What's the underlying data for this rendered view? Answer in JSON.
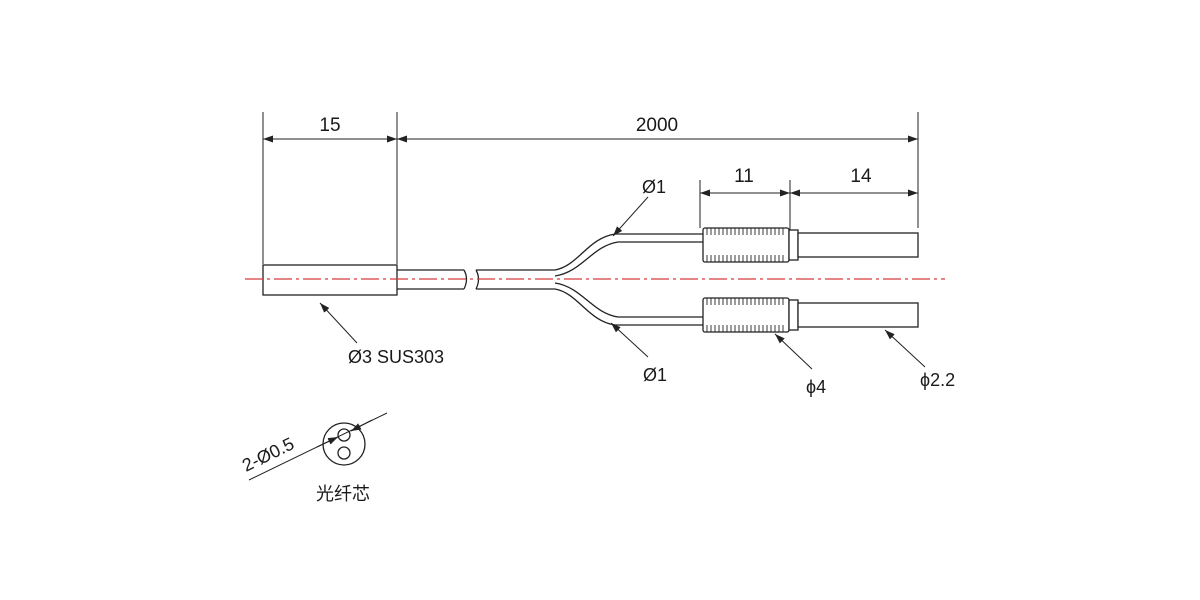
{
  "dimensions": {
    "head_length": "15",
    "total_length": "2000",
    "knurl_length": "11",
    "tip_length": "14"
  },
  "labels": {
    "fiber_dia_top": "Ø1",
    "fiber_dia_bottom": "Ø1",
    "head_spec": "Ø3 SUS303",
    "knurl_dia": "ϕ4",
    "tip_dia": "ϕ2.2",
    "core_spec": "2-Ø0.5",
    "core_caption": "光纤芯"
  },
  "colors": {
    "line": "#222222",
    "centerline": "#d43a3a"
  }
}
